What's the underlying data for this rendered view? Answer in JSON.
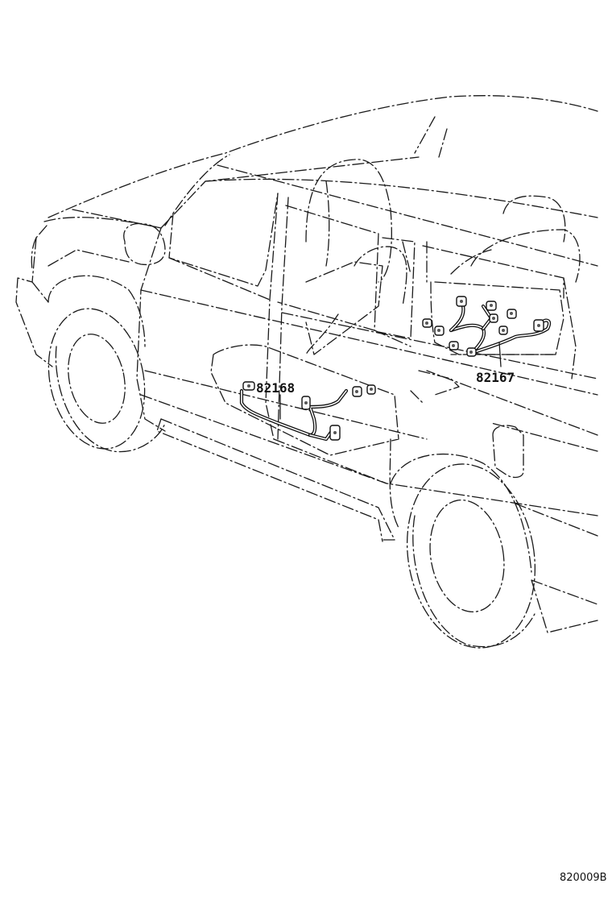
{
  "diagram": {
    "parts": [
      {
        "id": "p82168",
        "label": "82168"
      },
      {
        "id": "p82167",
        "label": "82167"
      }
    ],
    "diagram_code": "820009B"
  },
  "colors": {
    "line": "#1a1a1a",
    "background": "#ffffff"
  }
}
